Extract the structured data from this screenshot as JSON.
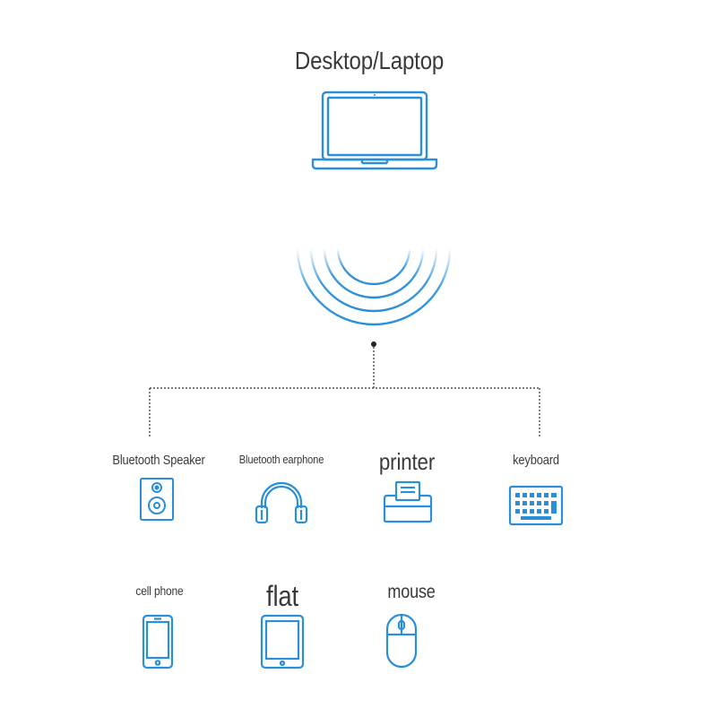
{
  "hub": {
    "label": "Desktop/Laptop",
    "icon": "laptop-icon"
  },
  "signal": {
    "icon": "wireless-signal-icon"
  },
  "devices": [
    {
      "label": "Bluetooth Speaker",
      "icon": "speaker-icon"
    },
    {
      "label": "Bluetooth earphone",
      "icon": "headphones-icon"
    },
    {
      "label": "printer",
      "icon": "printer-icon"
    },
    {
      "label": "keyboard",
      "icon": "keyboard-icon"
    },
    {
      "label": "cell phone",
      "icon": "phone-icon"
    },
    {
      "label": "flat",
      "icon": "tablet-icon"
    },
    {
      "label": "mouse",
      "icon": "mouse-icon"
    }
  ],
  "colors": {
    "icon_stroke": "#2a8fd8",
    "connector": "#333333",
    "text": "#3a3a3a"
  }
}
